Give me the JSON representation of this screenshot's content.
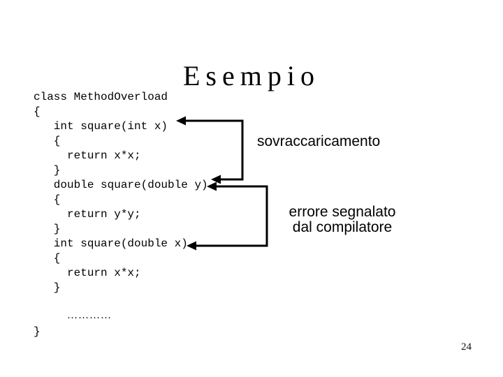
{
  "slide": {
    "title": "Esempio",
    "page_number": "24",
    "code_lines": [
      "class MethodOverload",
      "{",
      "   int square(int x)",
      "   {",
      "     return x*x;",
      "   }",
      "   double square(double y)",
      "   {",
      "     return y*y;",
      "   }",
      "   int square(double x)",
      "   {",
      "     return x*x;",
      "   }",
      "",
      "",
      "}"
    ],
    "ellipsis": "…………",
    "annotations": {
      "overload": "sovraccaricamento",
      "error_line1": "errore segnalato",
      "error_line2": "dal compilatore"
    },
    "colors": {
      "background": "#ffffff",
      "text": "#000000",
      "arrow": "#000000"
    }
  }
}
